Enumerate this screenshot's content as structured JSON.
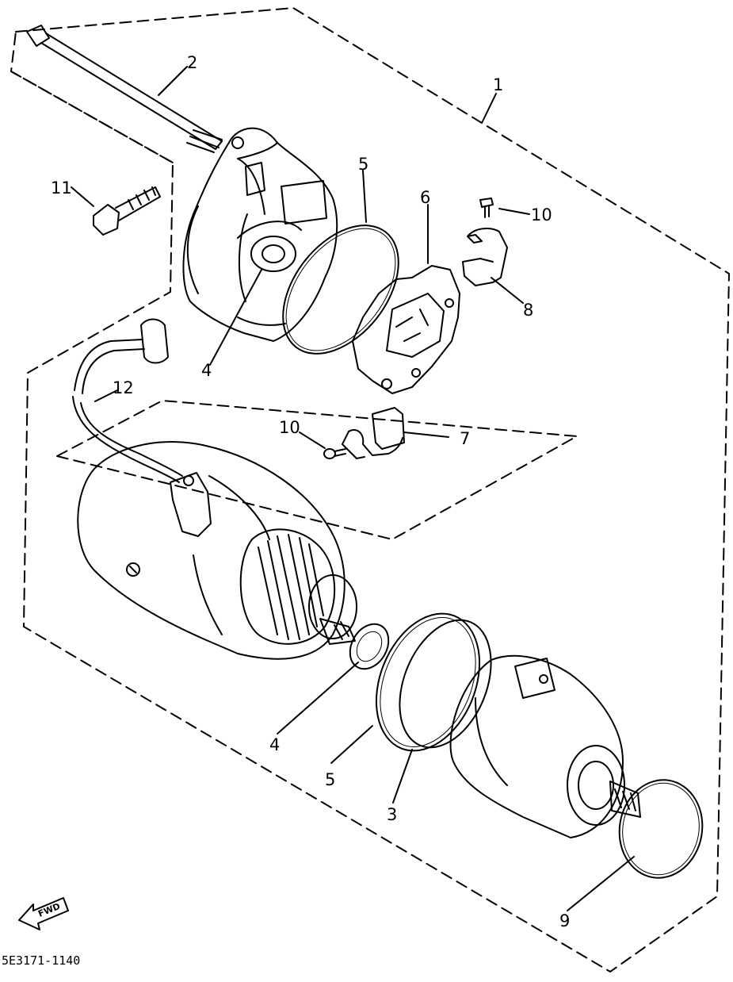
{
  "diagram": {
    "callouts": {
      "c1": "1",
      "c2": "2",
      "c3": "3",
      "c4a": "4",
      "c4b": "4",
      "c5a": "5",
      "c5b": "5",
      "c6": "6",
      "c7": "7",
      "c8": "8",
      "c9": "9",
      "c10a": "10",
      "c10b": "10",
      "c11": "11",
      "c12": "12"
    },
    "forward_label": "FWD",
    "drawing_code": "5E3171-1140",
    "line_color": "#000000",
    "background_color": "#ffffff"
  }
}
